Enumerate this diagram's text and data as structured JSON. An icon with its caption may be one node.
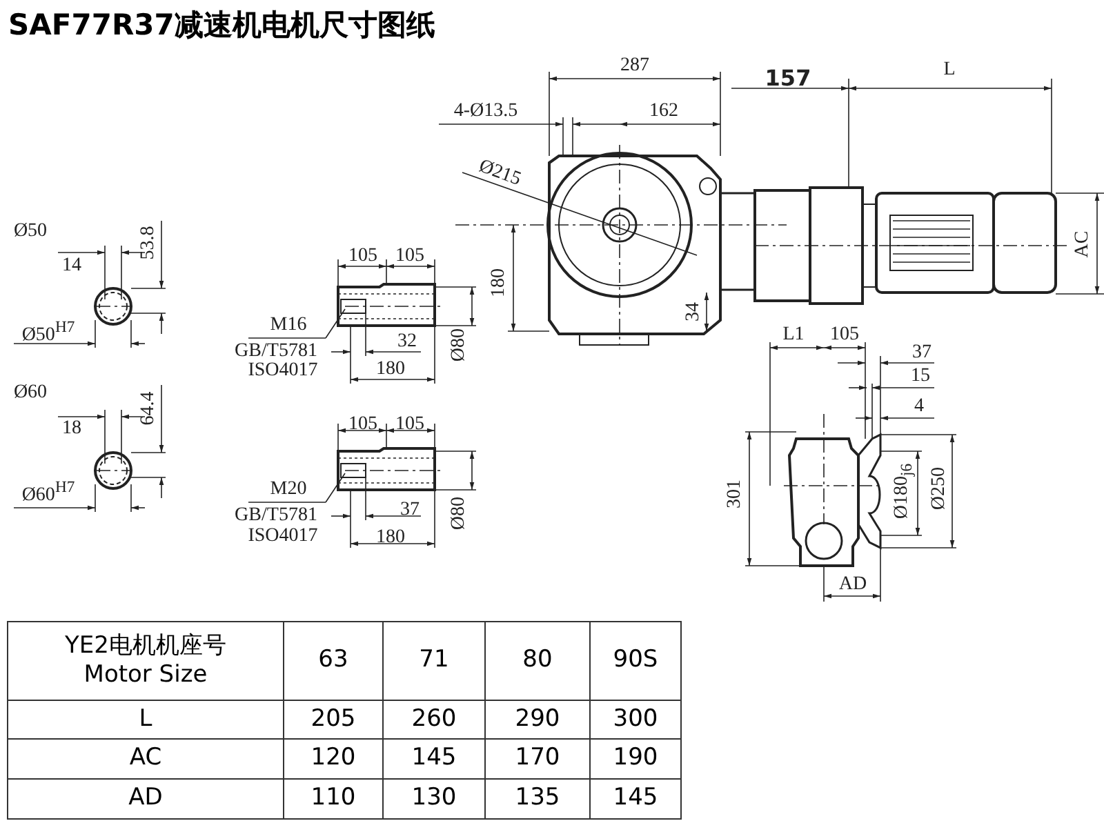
{
  "diagram": {
    "title": "SAF77R37减速机电机尺寸图纸",
    "labels": [
      "287",
      "157",
      "L",
      "4-Ø13.5",
      "162",
      "Ø215",
      "180",
      "34",
      "AC",
      "Ø50",
      "14",
      "53.8",
      "Ø50$^{H7}$",
      "105",
      "105",
      "M16",
      "GB/T5781",
      "ISO4017",
      "32",
      "180",
      "Ø80",
      "Ø60",
      "18",
      "64.4",
      "Ø60$^{H7}$",
      "105",
      "105",
      "M20",
      "GB/T5781",
      "ISO4017",
      "37",
      "180",
      "Ø80",
      "L1",
      "105",
      "37",
      "15",
      "4",
      "301",
      "Ø180$_{j6}$",
      "Ø250",
      "AD",
      "YE2电机机座号 Motor Size",
      "63",
      "71",
      "80",
      "90S",
      "L",
      "205",
      "260",
      "290",
      "300",
      "AC",
      "120",
      "145",
      "170",
      "190",
      "AD",
      "110",
      "130",
      "135",
      "145"
    ]
  }
}
